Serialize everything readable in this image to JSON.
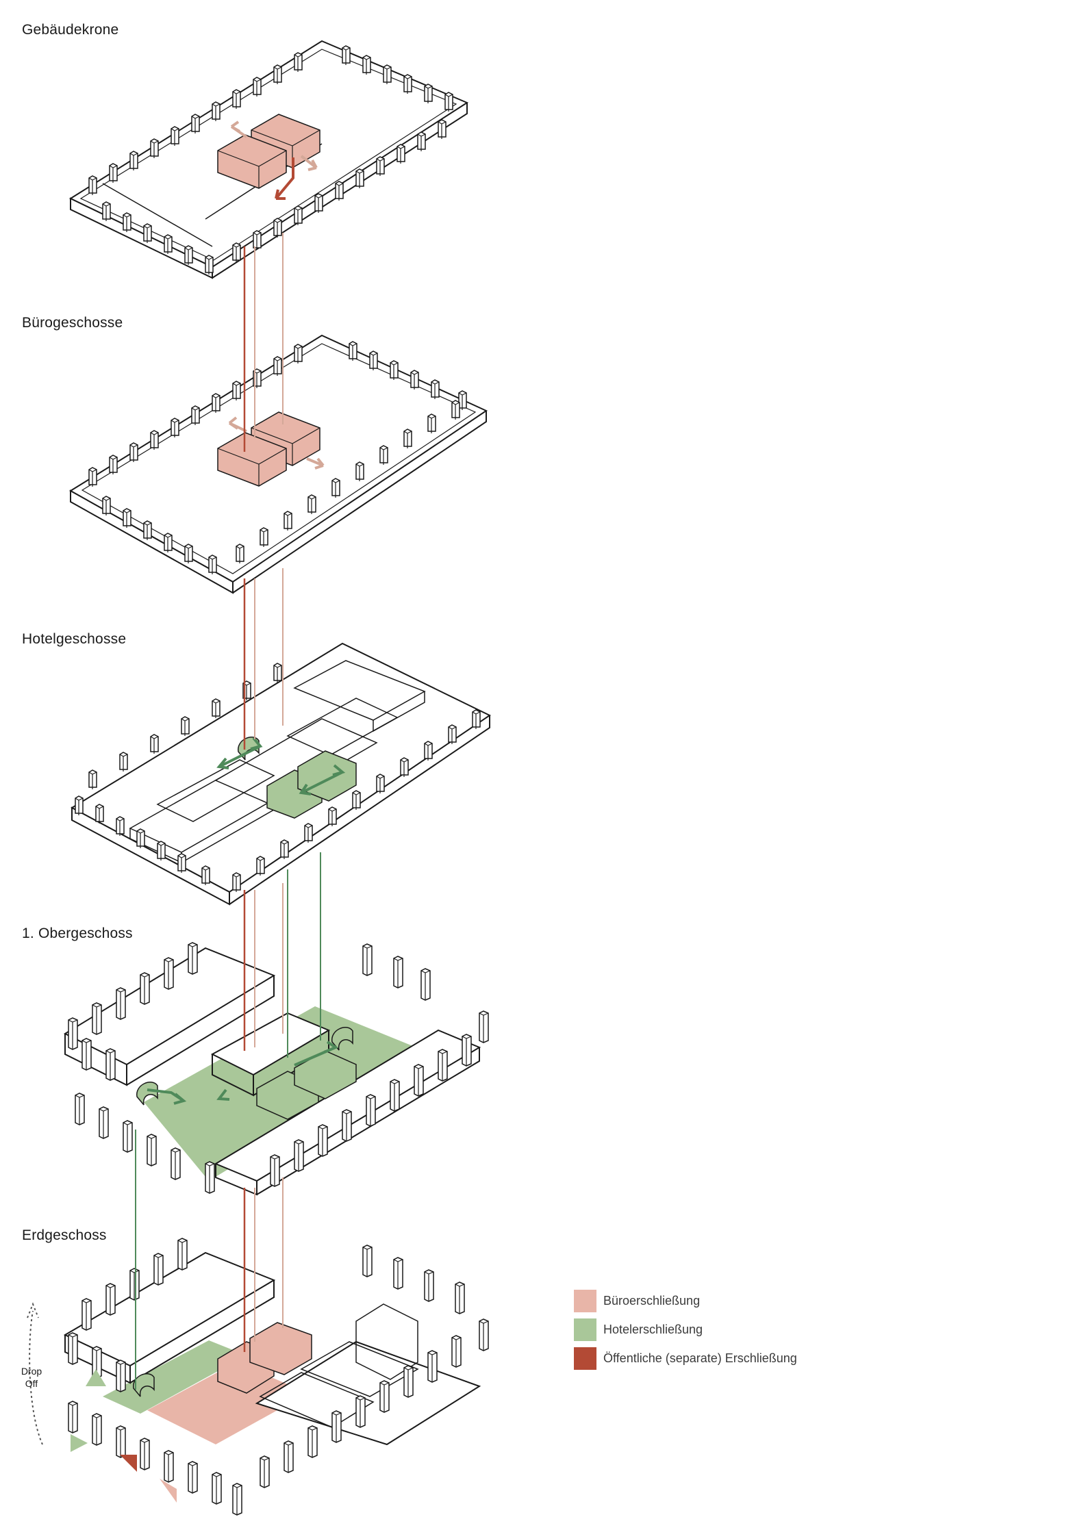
{
  "floors": [
    {
      "id": "crown",
      "label": "Gebäudekrone"
    },
    {
      "id": "office",
      "label": "Bürogeschosse"
    },
    {
      "id": "hotel",
      "label": "Hotelgeschosse"
    },
    {
      "id": "first",
      "label": "1. Obergeschoss"
    },
    {
      "id": "ground",
      "label": "Erdgeschoss"
    }
  ],
  "legend": [
    {
      "label": "Büroerschließung",
      "color": "#e8b5a8"
    },
    {
      "label": "Hotelerschließung",
      "color": "#a9c799"
    },
    {
      "label": "Öffentliche (separate) Erschließung",
      "color": "#b34a35"
    }
  ],
  "dropoff": {
    "line1": "Drop",
    "line2": "Off"
  },
  "colors": {
    "office": "#e8b5a8",
    "office_arrow": "#d4a898",
    "hotel": "#a9c799",
    "hotel_arrow": "#4f8a5a",
    "public": "#b34a35",
    "line": "#1a1a1a"
  }
}
